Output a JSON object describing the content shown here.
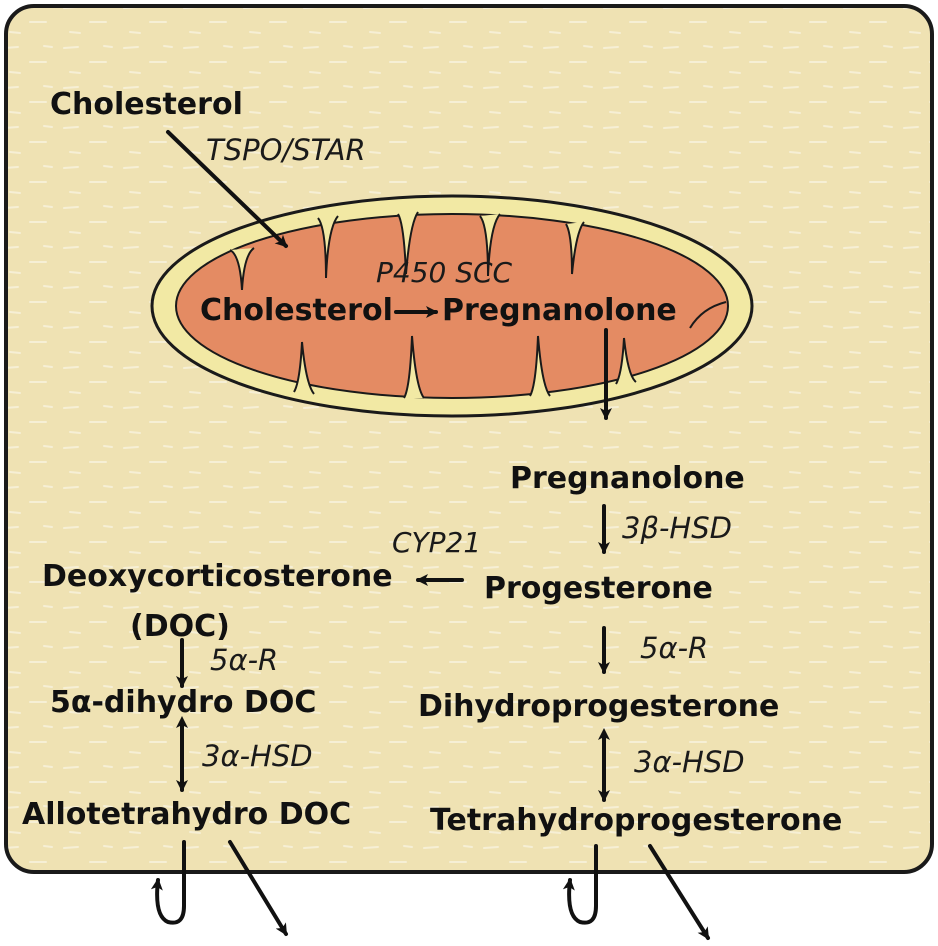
{
  "colors": {
    "cell_fill": "#efe2b3",
    "cell_border": "#1a1a1a",
    "mito_outer": "#f2e9a4",
    "mito_inner": "#e48b63",
    "arrow": "#111111"
  },
  "cytoplasm": {
    "cholesterol_label": "Cholesterol",
    "transport_enzyme": "TSPO/STAR"
  },
  "mitochondrion": {
    "cholesterol_label": "Cholesterol",
    "enzyme": "P450 SCC",
    "product_label": "Pregnanolone"
  },
  "right_pathway": {
    "pregnanolone": "Pregnanolone",
    "enzyme_1": "3β-HSD",
    "progesterone": "Progesterone",
    "enzyme_2": "5α-R",
    "dihydroprogesterone": "Dihydroprogesterone",
    "enzyme_3": "3α-HSD",
    "tetrahydroprogesterone": "Tetrahydroprogesterone"
  },
  "left_pathway": {
    "branch_enzyme": "CYP21",
    "doc_line1": "Deoxycorticosterone",
    "doc_line2": "(DOC)",
    "enzyme_1": "5α-R",
    "dihydro_doc": "5α-dihydro DOC",
    "enzyme_2": "3α-HSD",
    "allotetrahydro_doc": "Allotetrahydro DOC"
  },
  "icons": [
    "curved-return-arrow-icon",
    "exit-arrow-icon"
  ]
}
